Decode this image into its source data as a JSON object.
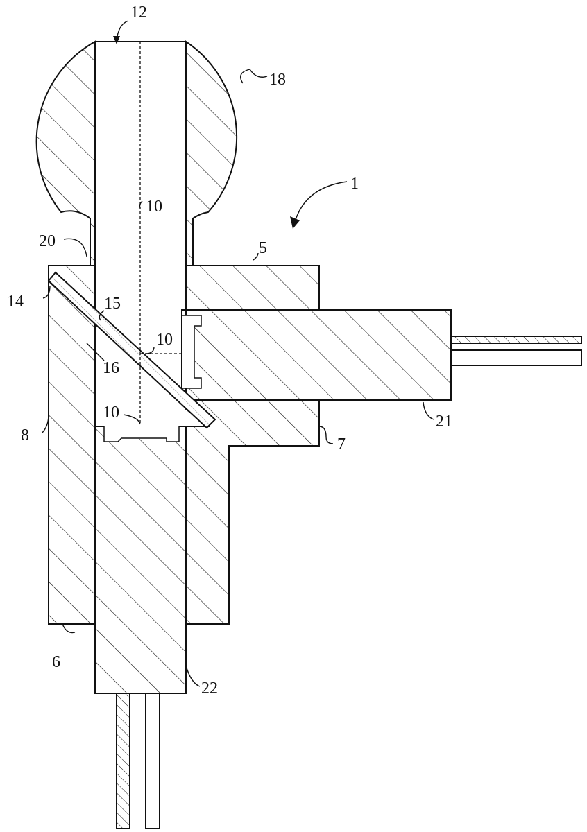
{
  "figure": {
    "labels": {
      "ref_1": "1",
      "ref_5": "5",
      "ref_6": "6",
      "ref_7": "7",
      "ref_8": "8",
      "ref_10_top": "10",
      "ref_10_mid": "10",
      "ref_10_low": "10",
      "ref_12": "12",
      "ref_14": "14",
      "ref_15": "15",
      "ref_16": "16",
      "ref_18": "18",
      "ref_20": "20",
      "ref_21": "21",
      "ref_22": "22"
    }
  }
}
